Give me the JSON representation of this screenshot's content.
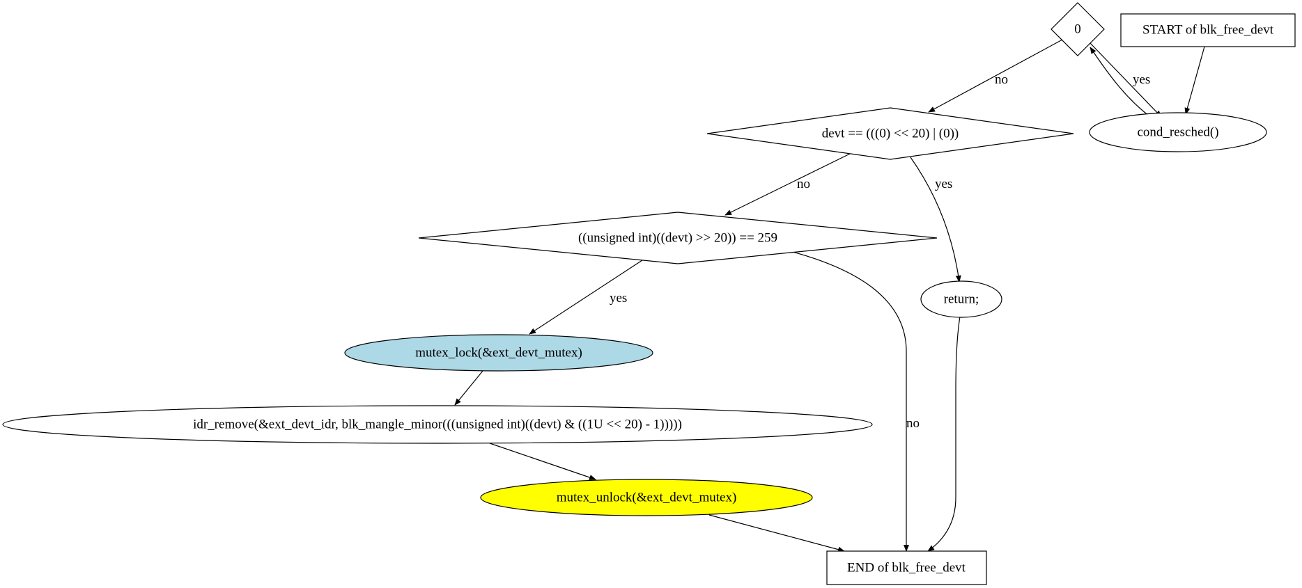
{
  "diagram": {
    "nodes": {
      "start": {
        "label": "START of blk_free_devt"
      },
      "zero": {
        "label": "0"
      },
      "cond_resched": {
        "label": "cond_resched()"
      },
      "devt_check": {
        "label": "devt == (((0) << 20) | (0))"
      },
      "major_check": {
        "label": "((unsigned int)((devt) >> 20)) == 259"
      },
      "return": {
        "label": "return;"
      },
      "mutex_lock": {
        "label": "mutex_lock(&ext_devt_mutex)",
        "fill": "#add8e6"
      },
      "idr_remove": {
        "label": "idr_remove(&ext_devt_idr, blk_mangle_minor(((unsigned int)((devt) & ((1U << 20) - 1)))))"
      },
      "mutex_unlock": {
        "label": "mutex_unlock(&ext_devt_mutex)",
        "fill": "#ffff00"
      },
      "end": {
        "label": "END of blk_free_devt"
      }
    },
    "edges": {
      "zero_no": "no",
      "zero_yes": "yes",
      "devt_no": "no",
      "devt_yes": "yes",
      "major_yes": "yes",
      "major_no": "no"
    }
  }
}
